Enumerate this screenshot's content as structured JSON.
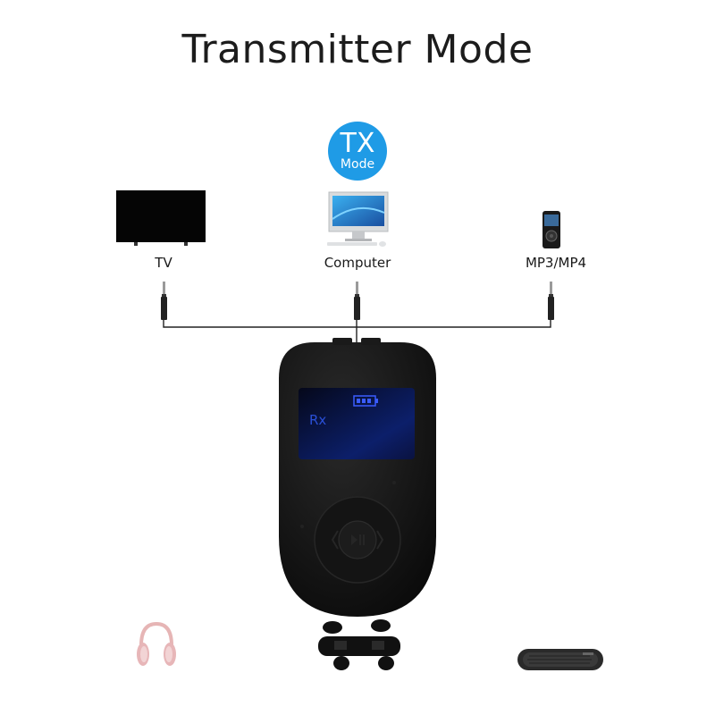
{
  "title": "Transmitter Mode",
  "badge": {
    "top": "TX",
    "bottom": "Mode",
    "color": "#1f9be6"
  },
  "sources": [
    {
      "label": "TV",
      "icon": "tv-icon"
    },
    {
      "label": "Computer",
      "icon": "computer-icon"
    },
    {
      "label": "MP3/MP4",
      "icon": "mp3-player-icon"
    }
  ],
  "device": {
    "screen_text": "Rx",
    "screen_color": "#2a4fd6"
  },
  "receivers": [
    {
      "icon": "headphones-icon"
    },
    {
      "icon": "earbuds-icon"
    },
    {
      "icon": "speaker-icon"
    }
  ]
}
